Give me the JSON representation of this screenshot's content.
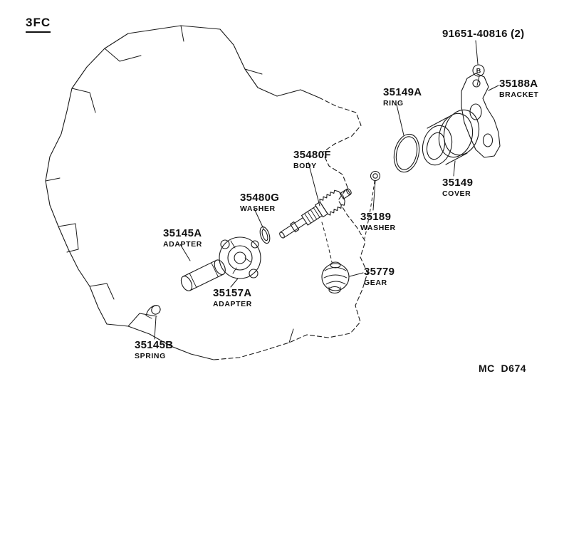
{
  "page": {
    "diagram_code": "3FC",
    "footer_code": "MC  D674",
    "background_color": "#ffffff",
    "line_color": "#1a1a1a"
  },
  "bolt_symbol": "B",
  "labels": [
    {
      "part": "91651-40816 (2)",
      "desc": ""
    },
    {
      "part": "35188A",
      "desc": "BRACKET"
    },
    {
      "part": "35149A",
      "desc": "RING"
    },
    {
      "part": "35149",
      "desc": "COVER"
    },
    {
      "part": "35480F",
      "desc": "BODY"
    },
    {
      "part": "35480G",
      "desc": "WASHER"
    },
    {
      "part": "35189",
      "desc": "WASHER"
    },
    {
      "part": "35145A",
      "desc": "ADAPTER"
    },
    {
      "part": "35779",
      "desc": "GEAR"
    },
    {
      "part": "35157A",
      "desc": "ADAPTER"
    },
    {
      "part": "35145B",
      "desc": "SPRING"
    }
  ]
}
